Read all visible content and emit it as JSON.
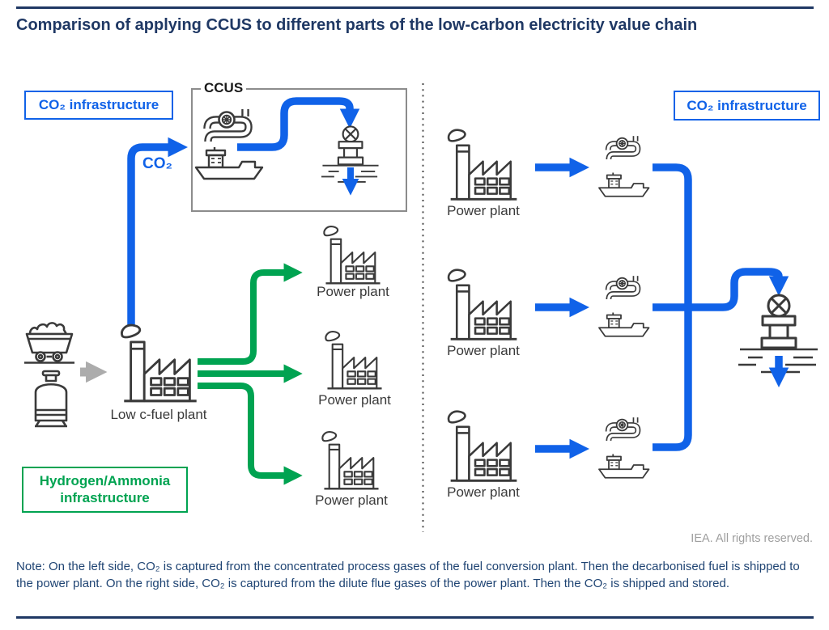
{
  "page": {
    "title": "Comparison of applying CCUS to different parts of the low-carbon electricity value chain",
    "credit": "IEA. All rights reserved.",
    "note": "Note: On the left side, CO₂ is captured from the concentrated process gases of the fuel conversion plant. Then the decarbonised fuel is shipped to the power plant. On the right side, CO₂ is captured from the dilute flue gases of the power plant. Then the CO₂ is shipped and stored."
  },
  "diagram": {
    "left": {
      "infrastructure_badge": "CO₂ infrastructure",
      "ccus_box_label": "CCUS",
      "co2_flow_label": "CO₂",
      "fuel_plant_label": "Low c-fuel plant",
      "hydrogen_badge_line1": "Hydrogen/Ammonia",
      "hydrogen_badge_line2": "infrastructure",
      "power_plants": [
        "Power plant",
        "Power plant",
        "Power plant"
      ]
    },
    "right": {
      "infrastructure_badge": "CO₂ infrastructure",
      "power_plants": [
        "Power plant",
        "Power plant",
        "Power plant"
      ]
    },
    "colors": {
      "co2_blue": "#1062E8",
      "fuel_green": "#00A351",
      "heading_navy": "#1F3864",
      "note_navy": "#1F4473",
      "icon_stroke": "#3A3A3A",
      "credit_gray": "#9E9E9E"
    }
  }
}
